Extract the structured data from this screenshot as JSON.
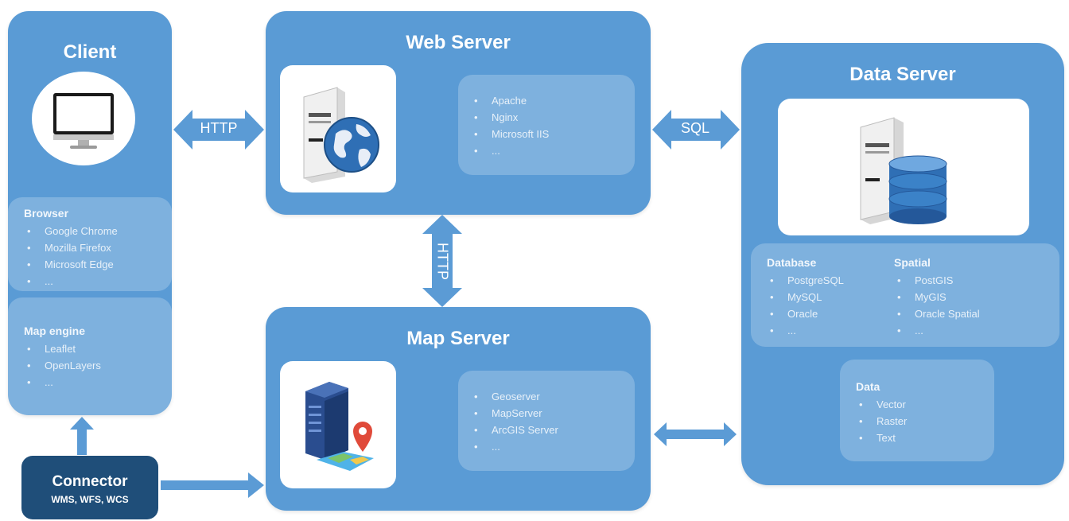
{
  "client": {
    "title": "Client",
    "browser": {
      "heading": "Browser",
      "items": [
        "Google Chrome",
        "Mozilla Firefox",
        "Microsoft Edge",
        "..."
      ]
    },
    "map_engine": {
      "heading": "Map engine",
      "items": [
        "Leaflet",
        "OpenLayers",
        "..."
      ]
    }
  },
  "web_server": {
    "title": "Web Server",
    "items": [
      "Apache",
      "Nginx",
      "Microsoft IIS",
      "..."
    ]
  },
  "map_server": {
    "title": "Map Server",
    "items": [
      "Geoserver",
      "MapServer",
      "ArcGIS Server",
      "..."
    ]
  },
  "data_server": {
    "title": "Data Server",
    "database": {
      "heading": "Database",
      "items": [
        "PostgreSQL",
        "MySQL",
        "Oracle",
        "..."
      ]
    },
    "spatial": {
      "heading": "Spatial",
      "items": [
        "PostGIS",
        "MyGIS",
        "Oracle Spatial",
        "..."
      ]
    },
    "data": {
      "heading": "Data",
      "items": [
        "Vector",
        "Raster",
        "Text"
      ]
    }
  },
  "connector": {
    "title": "Connector",
    "subtitle": "WMS, WFS, WCS"
  },
  "arrows": {
    "client_web": "HTTP",
    "web_map": "HTTP",
    "web_data": "SQL"
  },
  "colors": {
    "box": "#5a9bd5",
    "connector": "#1f4e79",
    "arrow": "#5b9bd5"
  }
}
